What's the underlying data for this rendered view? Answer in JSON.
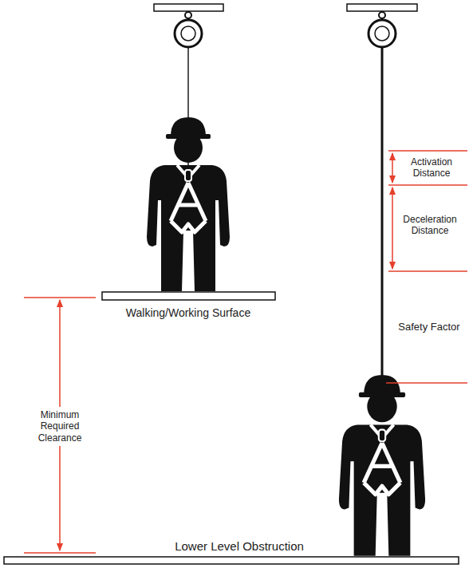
{
  "diagram": {
    "labels": [
      "Activation Distance",
      "Deceleration Distance",
      "Safety Factor",
      "Walking/Working Surface",
      "Minimum Required Clearance",
      "Lower Level Obstruction"
    ]
  }
}
